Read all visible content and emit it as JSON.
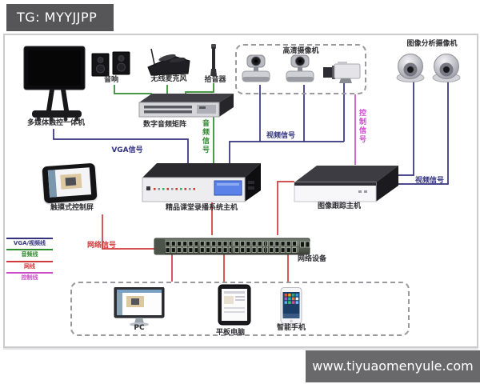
{
  "watermark": {
    "top": "TG: MYYJJPP",
    "bottom": "www.tiyuaomenyule.com"
  },
  "colors": {
    "vga": "#32327e",
    "audio": "#2e8b2e",
    "net": "#cf3a3a",
    "ctrl": "#cb4bc9"
  },
  "devices": {
    "all_in_one": "多媒体触控一体机",
    "speakers": "音响",
    "wireless_mic": "无线麦克风",
    "pickup": "拾音器",
    "audio_matrix": "数字音频矩阵",
    "hd_cameras": "高清摄像机",
    "analysis_cameras": "图像分析摄像机",
    "touch_panel": "触摸式控制屏",
    "recording_host": "精品课堂录播系统主机",
    "tracking_host": "图像跟踪主机",
    "network_device": "网络设备",
    "pc": "PC",
    "tablet": "平板电脑",
    "smartphone": "智能手机"
  },
  "signals": {
    "vga": "VGA信号",
    "audio": "音频信号",
    "video": "视频信号",
    "control": "控制信号",
    "video2": "视频信号",
    "network": "网络信号"
  },
  "legend": [
    {
      "label": "VGA/视频线"
    },
    {
      "label": "音频线"
    },
    {
      "label": "网线"
    },
    {
      "label": "控制线"
    }
  ]
}
